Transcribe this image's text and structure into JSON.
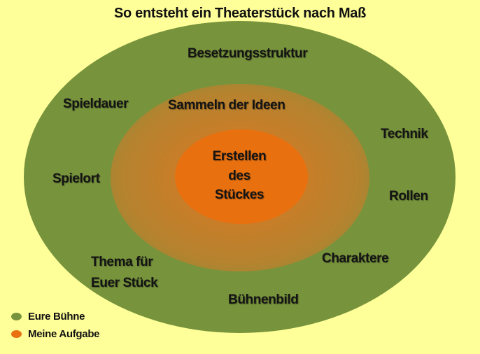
{
  "title": "So entsteht ein Theaterstück nach  Maß",
  "colors": {
    "background": "#FFFF99",
    "outer_green": "#77933C",
    "inner_orange": "#E8700F"
  },
  "outer_ring_labels": {
    "besetzungsstruktur": "Besetzungsstruktur",
    "spieldauer": "Spieldauer",
    "technik": "Technik",
    "spielort": "Spielort",
    "rollen": "Rollen",
    "thema_line1": "Thema für",
    "thema_line2": "Euer Stück",
    "charaktere": "Charaktere",
    "buehnenbild": "Bühnenbild"
  },
  "middle_ring_label": "Sammeln der Ideen",
  "center_label": {
    "line1": "Erstellen",
    "line2": "des",
    "line3": "Stückes"
  },
  "legend": [
    {
      "label": "Eure Bühne",
      "color": "#77933C"
    },
    {
      "label": "Meine Aufgabe",
      "color": "#E8700F"
    }
  ]
}
